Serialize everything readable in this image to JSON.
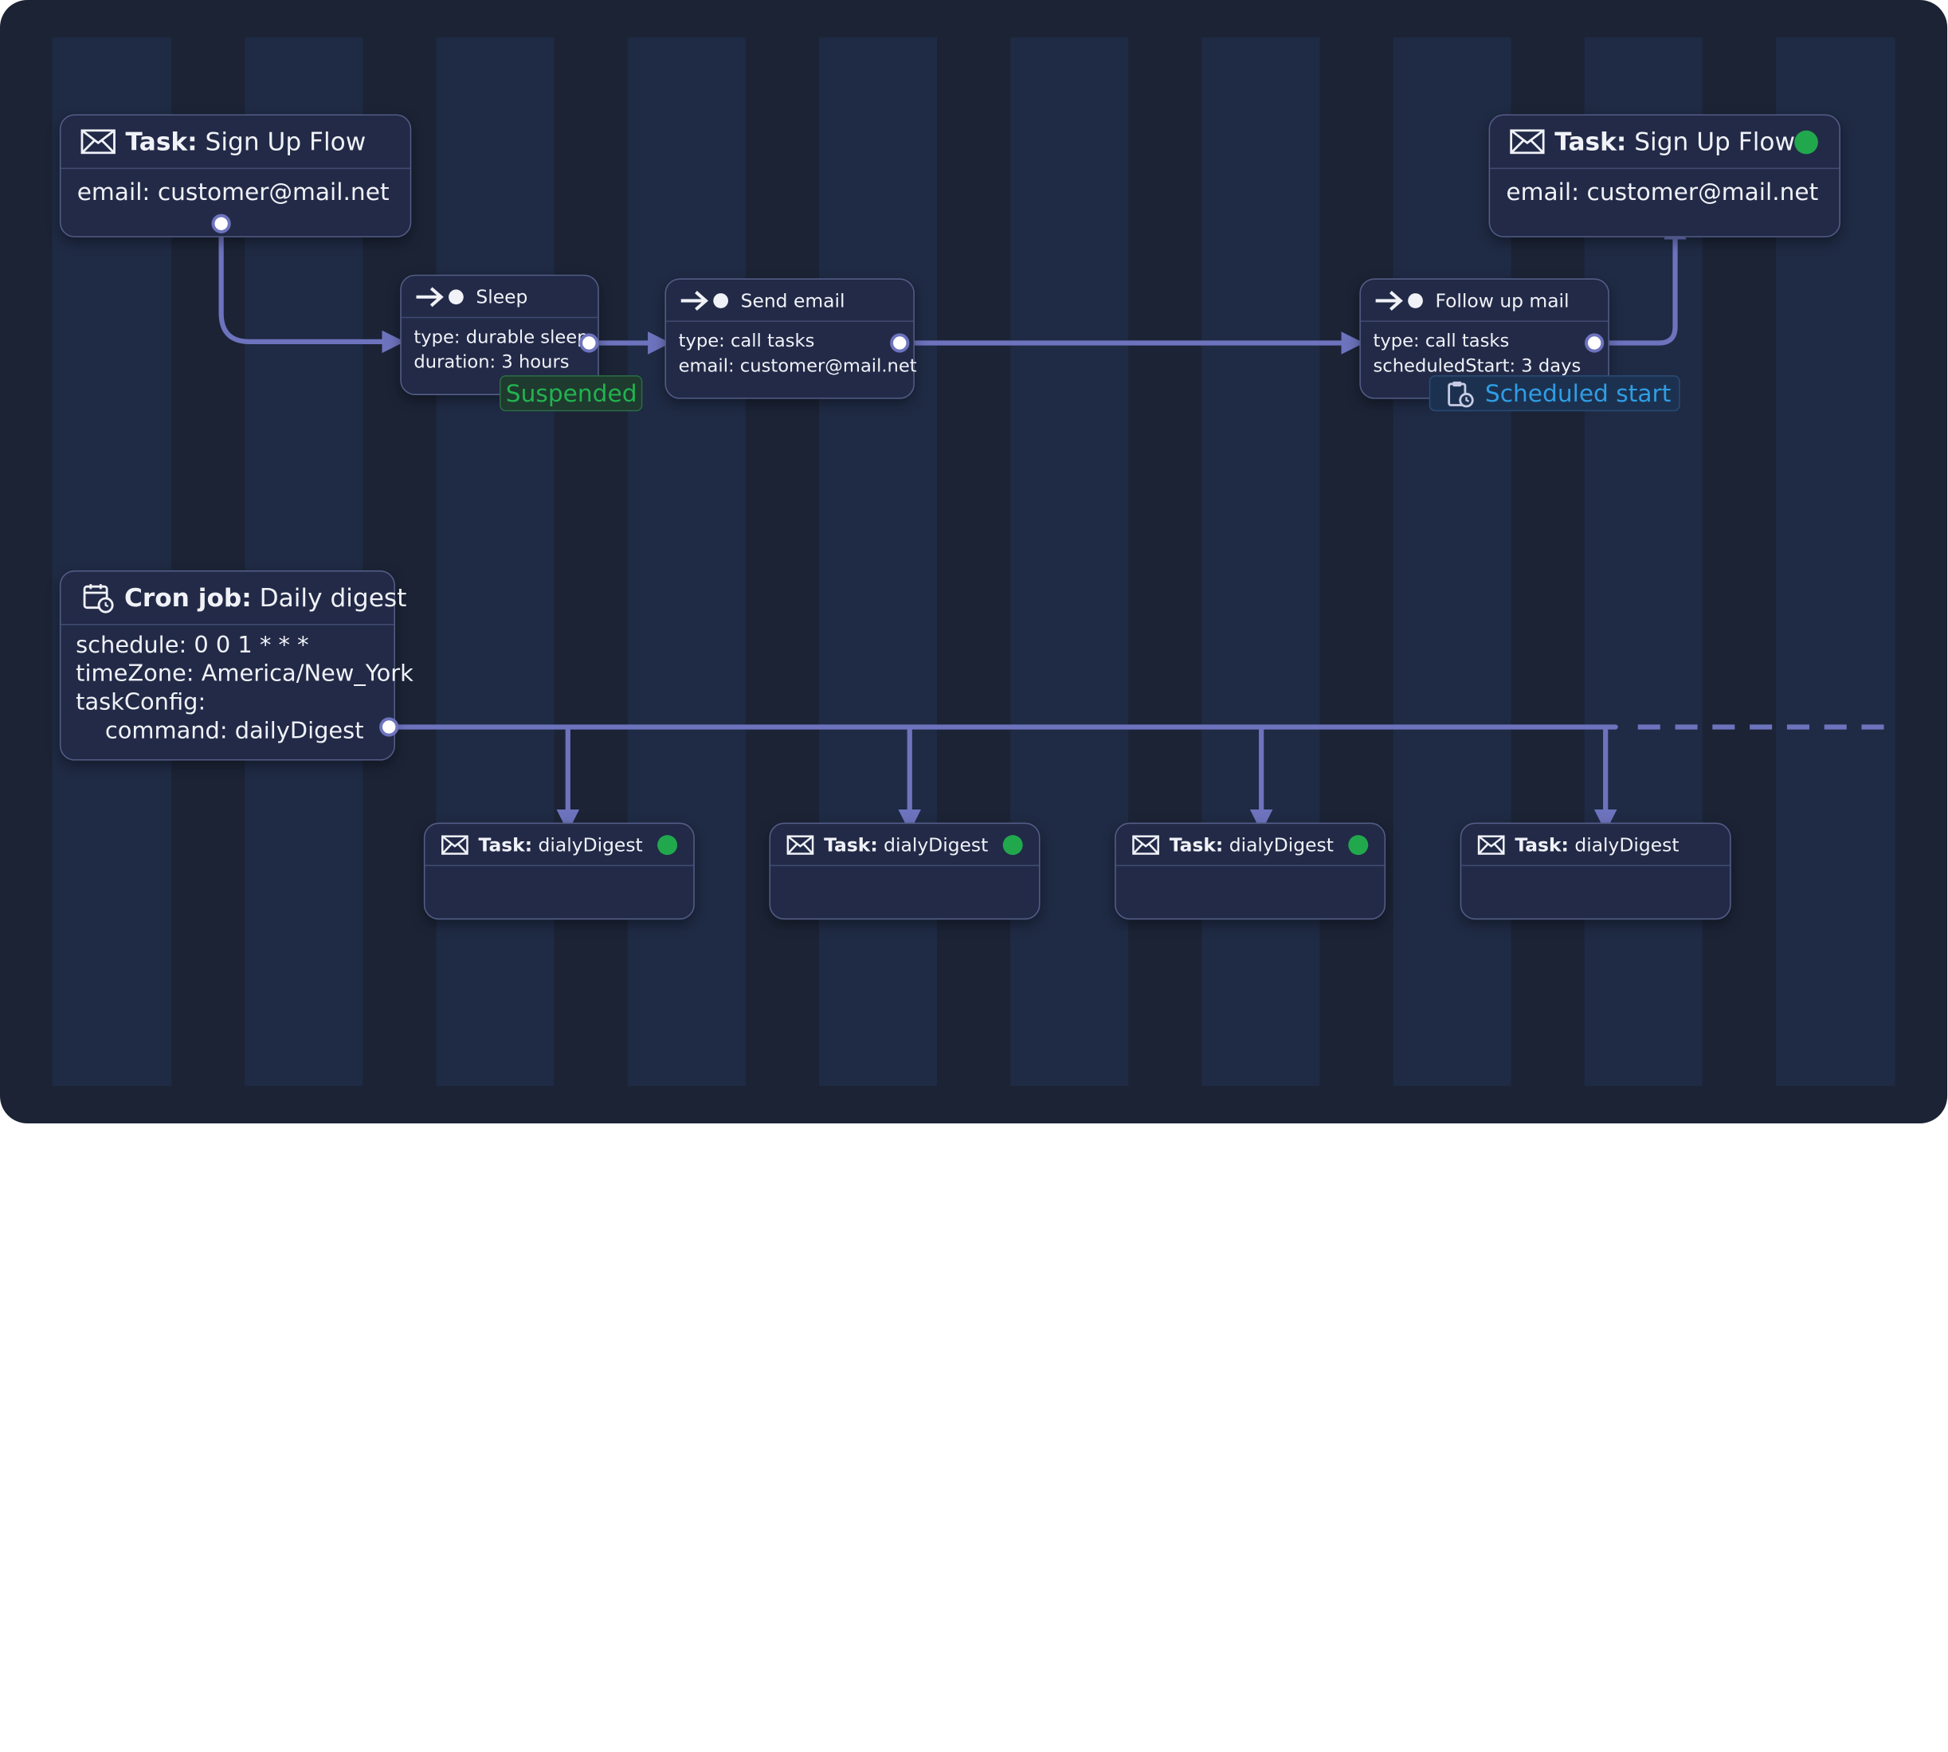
{
  "top_flow": {
    "start_task": {
      "title_bold": "Task:",
      "title": "Sign Up Flow",
      "body": "email: customer@mail.net",
      "icon": "envelope-icon"
    },
    "steps": [
      {
        "title": "Sleep",
        "lines": [
          "type: durable sleep",
          "duration: 3 hours"
        ],
        "badge": "Suspended",
        "icon": "step-arrow-icon"
      },
      {
        "title": "Send email",
        "lines": [
          "type: call tasks",
          "email: customer@mail.net"
        ],
        "icon": "step-arrow-icon"
      },
      {
        "title": "Follow up mail",
        "lines": [
          "type: call tasks",
          "scheduledStart: 3 days"
        ],
        "badge": "Scheduled start",
        "badge_icon": "clipboard-clock-icon",
        "icon": "step-arrow-icon"
      }
    ],
    "end_task": {
      "title_bold": "Task:",
      "title": "Sign Up Flow",
      "body": "email: customer@mail.net",
      "status": "completed",
      "icon": "envelope-icon"
    }
  },
  "cron": {
    "title_bold": "Cron job:",
    "title": "Daily digest",
    "icon": "calendar-refresh-icon",
    "lines": [
      "schedule: 0 0 1 * * *",
      "timeZone: America/New_York",
      "taskConfig:",
      "    command: dailyDigest"
    ]
  },
  "digest_tasks": [
    {
      "title_bold": "Task:",
      "title": "dialyDigest",
      "status": "completed"
    },
    {
      "title_bold": "Task:",
      "title": "dialyDigest",
      "status": "completed"
    },
    {
      "title_bold": "Task:",
      "title": "dialyDigest",
      "status": "completed"
    },
    {
      "title_bold": "Task:",
      "title": "dialyDigest",
      "status": "pending"
    }
  ],
  "colors": {
    "background": "#1b2335",
    "stripe": "#1f2a44",
    "node": "#222a47",
    "connector": "#6d73bd",
    "success": "#21a84d",
    "suspended_text": "#22b34f",
    "scheduled_text": "#2f9ee5"
  }
}
